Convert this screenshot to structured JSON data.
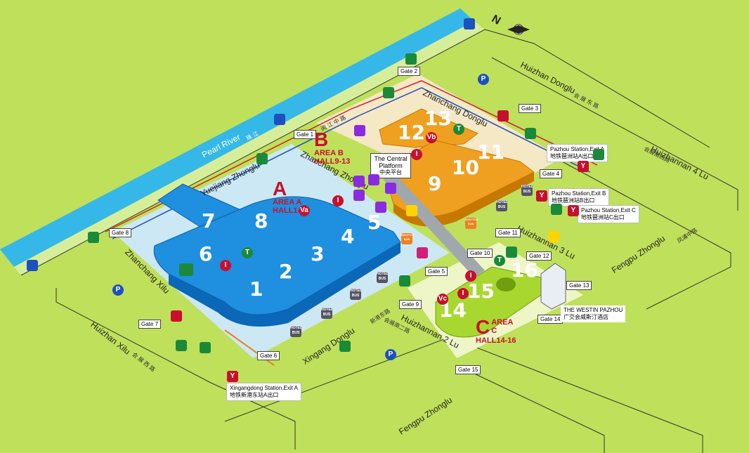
{
  "compass": {
    "north_label": "N"
  },
  "river": {
    "name": "Pearl River",
    "name_cn": "珠 江"
  },
  "roads": {
    "yuejiang": "Yuejiang Zhonglu",
    "zhanchang_donglu": "Zhanchang Donglu",
    "zhanchang_zhonglu": "Zhanchang Zhonglu",
    "zhanchang_xilu": "Zhanchang Xilu",
    "xingang_donglu": "Xingang Donglu",
    "huizhan_donglu": "Huizhan Donglu",
    "huizhan_donglu_cn": "会 展 东 路",
    "huizhan_xilu": "Huizhan Xilu",
    "huizhan_xilu_cn": "会 展 西 路",
    "huizhannan_4": "Huizhannan 4 Lu",
    "huizhannan_4_cn": "会展南四路",
    "huizhannan_3": "Huizhannan 3 Lu",
    "huizhannan_2": "Huizhannan 2 Lu",
    "huizhannan_2_cn": "会展南二路",
    "fengpu_1": "Fengpu Zhonglu",
    "fengpu_2": "Fengpu Zhonglu",
    "fengpu_cn": "凤浦中路",
    "yuejiang_cn": "阅 江 中 路",
    "xingang_cn": "新港东路"
  },
  "gates": [
    "Gate 1",
    "Gate 2",
    "Gate 3",
    "Gate 4",
    "Gate 5",
    "Gate 6",
    "Gate 7",
    "Gate 8",
    "Gate 9",
    "Gate 10",
    "Gate 11",
    "Gate 12",
    "Gate 13",
    "Gate 14",
    "Gate 15"
  ],
  "areas": {
    "a": {
      "letter": "A",
      "line1": "AREA A",
      "line2": "HALL1-8"
    },
    "b": {
      "letter": "B",
      "line1": "AREA B",
      "line2": "HALL9-13"
    },
    "c": {
      "letter": "C",
      "line1": "AREA C",
      "line2": "HALL14-16"
    }
  },
  "halls": [
    "1",
    "2",
    "3",
    "4",
    "5",
    "6",
    "7",
    "8",
    "9",
    "10",
    "11",
    "12",
    "13",
    "14",
    "15",
    "16"
  ],
  "labels": {
    "platform_en": "The Central Platform",
    "platform_cn": "中央平台",
    "westin_en": "THE WESTIN PAZHOU",
    "westin_cn": "广交会威斯汀酒店",
    "station_a_en": "Pazhou Station,Exit A",
    "station_a_cn": "地铁琶洲站A出口",
    "station_b_en": "Pazhou Station,Exit B",
    "station_b_cn": "地铁琶洲站B出口",
    "station_c_en": "Pazhou Station,Exit C",
    "station_c_cn": "地铁琶洲站C出口",
    "xingangdong_en": "Xingangdong Station,Exit A",
    "xingangdong_cn": "地铁新港东站A出口"
  },
  "markers": {
    "va": "Va",
    "vb": "Vb",
    "vc": "Vc",
    "info": "I",
    "toilet": "T",
    "parking": "P",
    "metro": "Y",
    "hotel_bus": "HOTEL BUS",
    "shuttle_bus": "SHUTTLE BUS"
  },
  "colors": {
    "ground": "#bfe05a",
    "river": "#35b8e8",
    "area_a": "#1f8fe0",
    "area_b": "#f0a020",
    "area_c": "#a8d830",
    "accent_red": "#c8102e",
    "bus_green": "#1a8a3a"
  }
}
